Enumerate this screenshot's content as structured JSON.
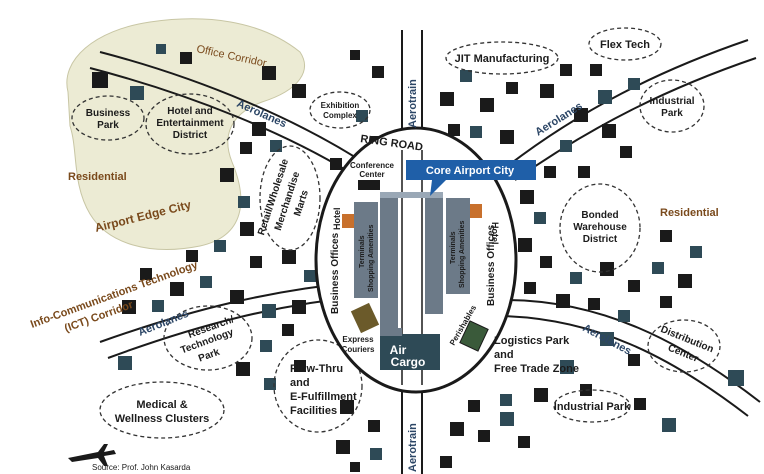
{
  "colors": {
    "edge_city_fill": "#ecebd4",
    "dark_block": "#1a1a1a",
    "teal_block": "#2e4a56",
    "terminal_gray": "#6c7a88",
    "callout_blue": "#1f5fa8",
    "road_label": "#2c4666",
    "brown_label": "#7a4a1c",
    "hotel_orange": "#c8702c",
    "express_brown": "#6b5a2a",
    "perishables_green": "#3a5a3a"
  },
  "diagram": {
    "core_airport_city": "Core Airport City",
    "ring_road": "RING ROAD",
    "aerotrain_top": "Aerotrain",
    "aerotrain_bottom": "Aerotrain",
    "aerolanes_nw": "Aerolanes",
    "aerolanes_ne": "Aerolanes",
    "aerolanes_sw": "Aerolanes",
    "aerolanes_se": "Aerolanes",
    "office_corridor": "Office Corridor",
    "residential_west": "Residential",
    "residential_east": "Residential",
    "airport_edge_city": "Airport Edge City",
    "ict_corridor_line1": "Info-Communications Technology",
    "ict_corridor_line2": "(ICT) Corridor",
    "business_park": [
      "Business",
      "Park"
    ],
    "hotel_entertainment": [
      "Hotel and",
      "Entertainment",
      "District"
    ],
    "exhibition_complex": [
      "Exhibition",
      "Complex"
    ],
    "jit_manufacturing": "JIT Manufacturing",
    "flex_tech": "Flex Tech",
    "industrial_park_ne": [
      "Industrial",
      "Park"
    ],
    "retail_wholesale": [
      "Retail/Wholesale",
      "Merchandise",
      "Marts"
    ],
    "conference_center": [
      "Conference",
      "Center"
    ],
    "hotel_left": "Hotel",
    "hotel_right": "Hotel",
    "terminals_left": [
      "Terminals",
      "Shopping Amenities"
    ],
    "terminals_right": [
      "Terminals",
      "Shopping Amenities"
    ],
    "business_offices_left": "Business Offices",
    "business_offices_right": "Business Offices",
    "bonded_warehouse": [
      "Bonded",
      "Warehouse",
      "District"
    ],
    "research_technology": [
      "Research/",
      "Technology",
      "Park"
    ],
    "express_couriers": [
      "Express",
      "Couriers"
    ],
    "air_cargo": [
      "Air",
      "Cargo"
    ],
    "perishables": "Perishables",
    "logistics_park": [
      "Logistics Park",
      "and",
      "Free Trade Zone"
    ],
    "distribution_center": [
      "Distribution",
      "Center"
    ],
    "flow_thru": [
      "Flow-Thru",
      "and",
      "E-Fulfillment",
      "Facilities"
    ],
    "medical_wellness": [
      "Medical &",
      "Wellness Clusters"
    ],
    "industrial_park_se": "Industrial Park",
    "footer_caption": "Source: Prof. John Kasarda"
  }
}
